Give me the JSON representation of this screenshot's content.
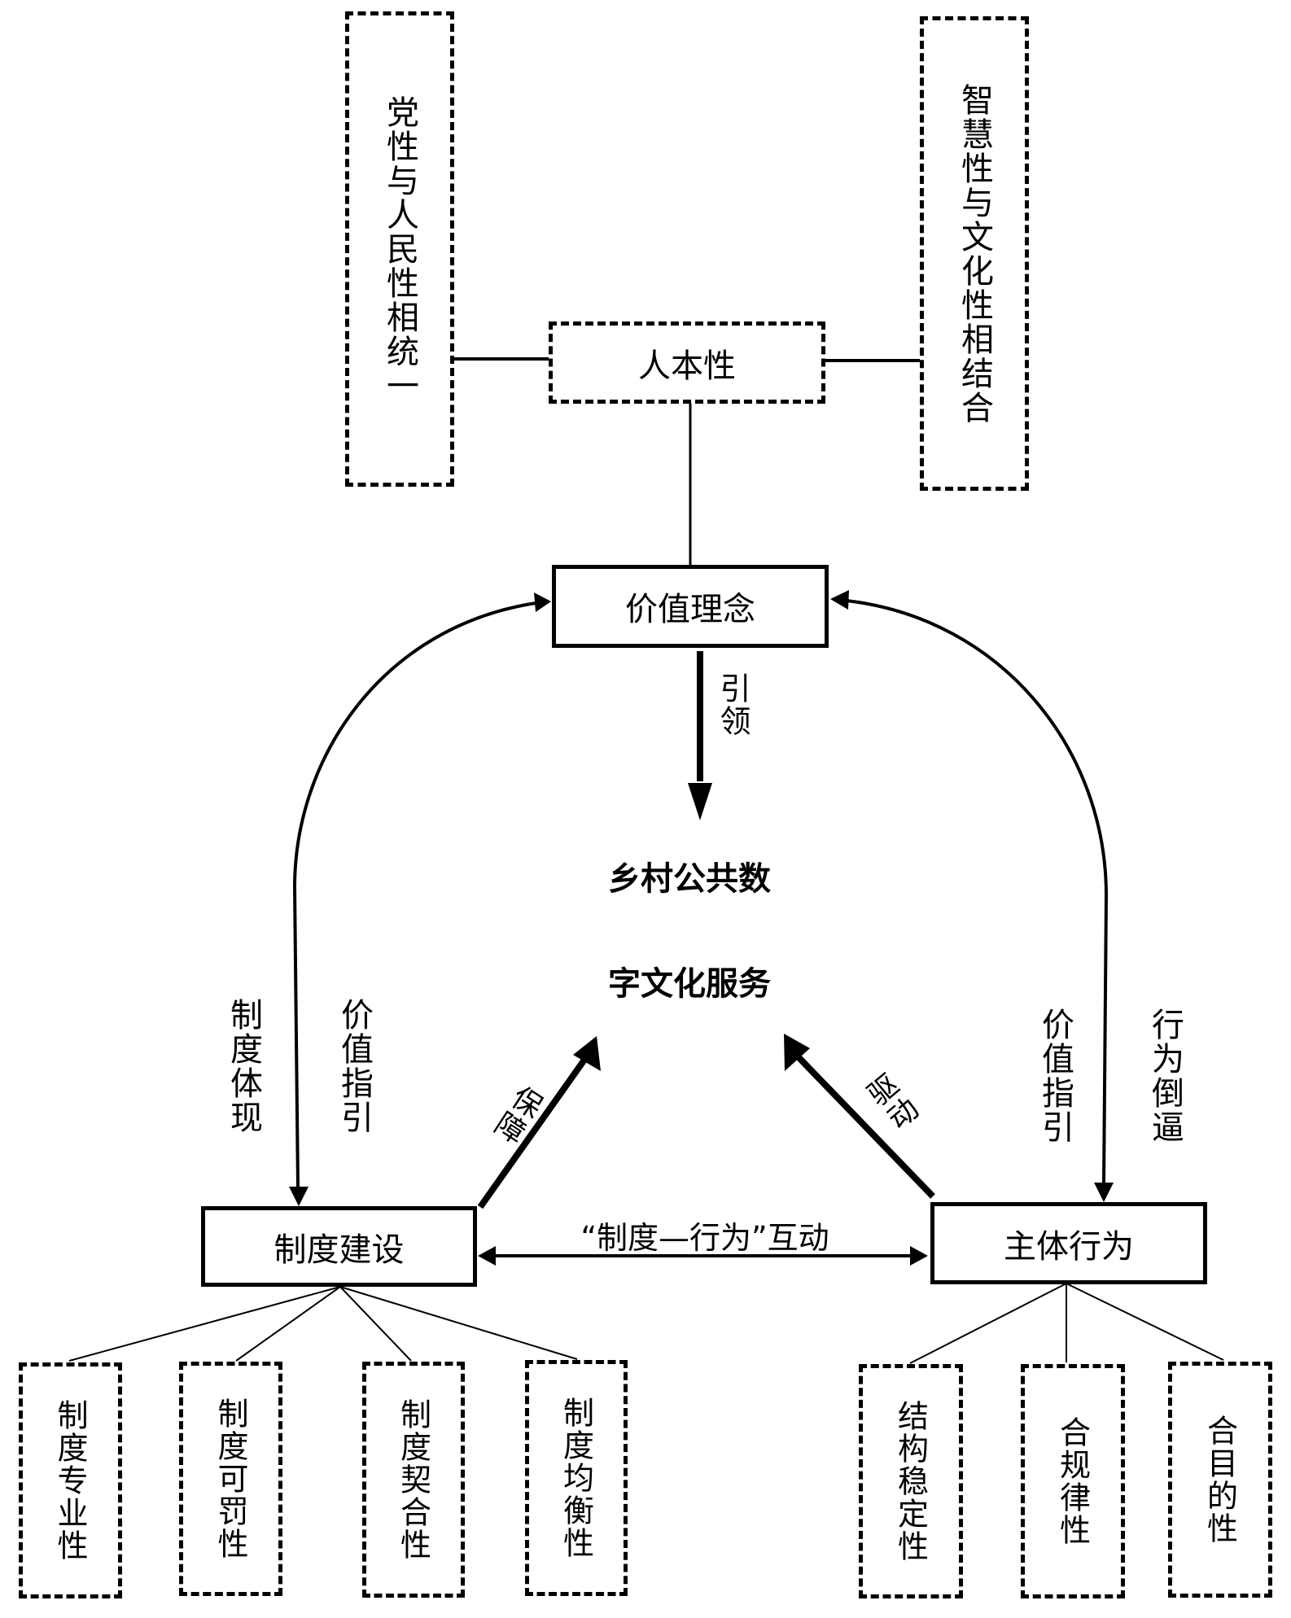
{
  "top_nodes": {
    "left": "党性与人民性相统一",
    "center": "人本性",
    "right": "智慧性与文化性相结合"
  },
  "value_concept": "价值理念",
  "center": {
    "line1": "乡村公共数",
    "line2": "字文化服务"
  },
  "system": "制度建设",
  "behavior": "主体行为",
  "edges": {
    "lead": "引领",
    "guarantee": "保障",
    "drive": "驱动",
    "interaction": "“制度—行为”互动",
    "system_embody": "制度体现",
    "value_guide_left": "价值指引",
    "value_guide_right": "价值指引",
    "behavior_force": "行为倒逼"
  },
  "system_attributes": [
    "制度专业性",
    "制度可罚性",
    "制度契合性",
    "制度均衡性"
  ],
  "behavior_attributes": [
    "结构稳定性",
    "合规律性",
    "合目的性"
  ],
  "colors": {
    "stroke": "#000000",
    "background": "#ffffff"
  }
}
